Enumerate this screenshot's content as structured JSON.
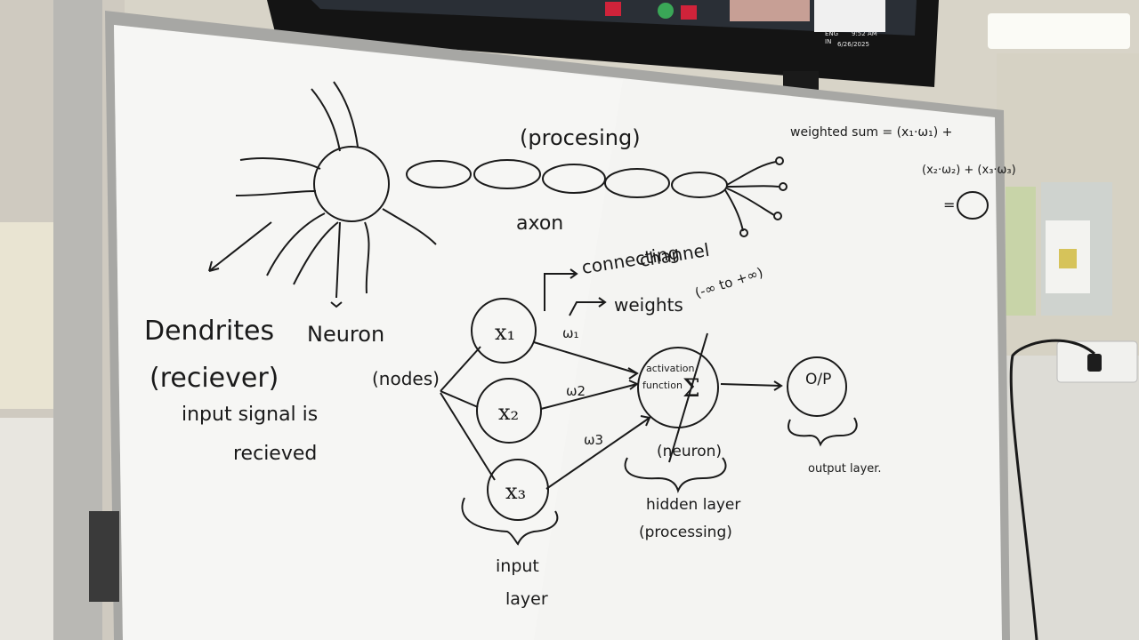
{
  "monitor": {
    "taskbar": {
      "language": "ENG",
      "region": "IN",
      "time": "9:52 AM",
      "date": "6/26/2025"
    }
  },
  "whiteboard": {
    "neuron_diagram": {
      "processing_label": "(procesing)",
      "axon_label": "axon",
      "dendrites_label": "Dendrites",
      "neuron_label": "Neuron",
      "receivers_label": "(reciever)",
      "input_signal_line1": "input signal is",
      "input_signal_line2": "recieved"
    },
    "weighted_sum": {
      "line1": "weighted sum = (x₁·ω₁) +",
      "line2": "(x₂·ω₂) + (x₃·ω₃)",
      "equals": "="
    },
    "network": {
      "nodes_label": "(nodes)",
      "inputs": [
        "x₁",
        "x₂",
        "x₃"
      ],
      "weights": [
        "ω₁",
        "ω2",
        "ω3"
      ],
      "connecting_channel_line1": "connecting",
      "connecting_channel_line2": "channel",
      "weights_label": "weights",
      "weights_range": "(-∞ to +∞)",
      "activation_line1": "activation",
      "activation_line2": "function",
      "sigma": "Σ",
      "neuron_label": "(neuron)",
      "output_node": "O/P",
      "input_layer_line1": "input",
      "input_layer_line2": "layer",
      "hidden_layer_line1": "hidden layer",
      "hidden_layer_line2": "(processing)",
      "output_layer_label": "output layer."
    }
  }
}
